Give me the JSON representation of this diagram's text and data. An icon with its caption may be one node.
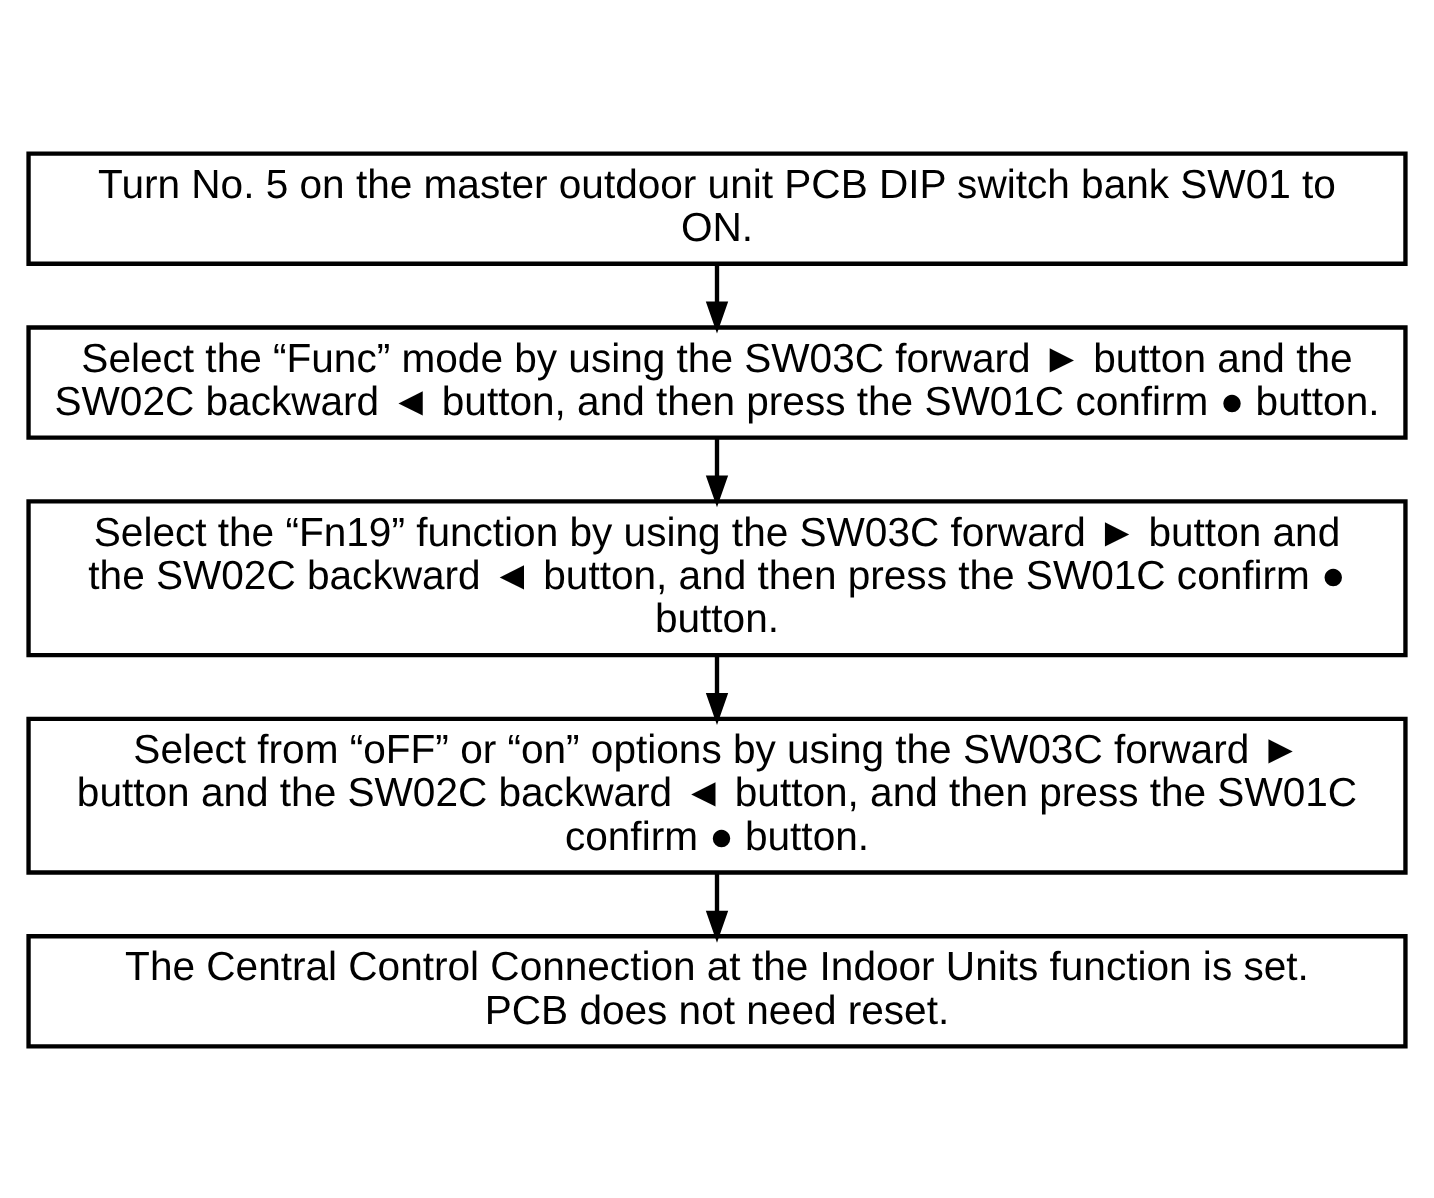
{
  "diagram": {
    "nodes": [
      {
        "text": [
          "Turn No. 5 on the master outdoor unit PCB DIP switch bank SW01 to ON."
        ]
      },
      {
        "text": [
          "Select the “Func” mode by using the SW03C forward ► button and the SW02C backward ◄ button, and then press the SW01C confirm ● button."
        ]
      },
      {
        "text": [
          "Select the “Fn19” function by using the SW03C forward ► button and the SW02C backward ◄ button, and then press the SW01C confirm ● button."
        ]
      },
      {
        "text": [
          "Select from “oFF” or “on” options by using the SW03C forward ► button and the SW02C backward ◄ button, and then press the SW01C confirm ● button."
        ]
      },
      {
        "text": [
          "The Central Control Connection at the Indoor Units function is set. PCB does not need reset."
        ]
      }
    ],
    "edges": [
      {
        "from": 0,
        "to": 1,
        "arrow": "to"
      },
      {
        "from": 1,
        "to": 2,
        "arrow": "to"
      },
      {
        "from": 2,
        "to": 3,
        "arrow": "to"
      },
      {
        "from": 3,
        "to": 4,
        "arrow": "to"
      }
    ]
  }
}
